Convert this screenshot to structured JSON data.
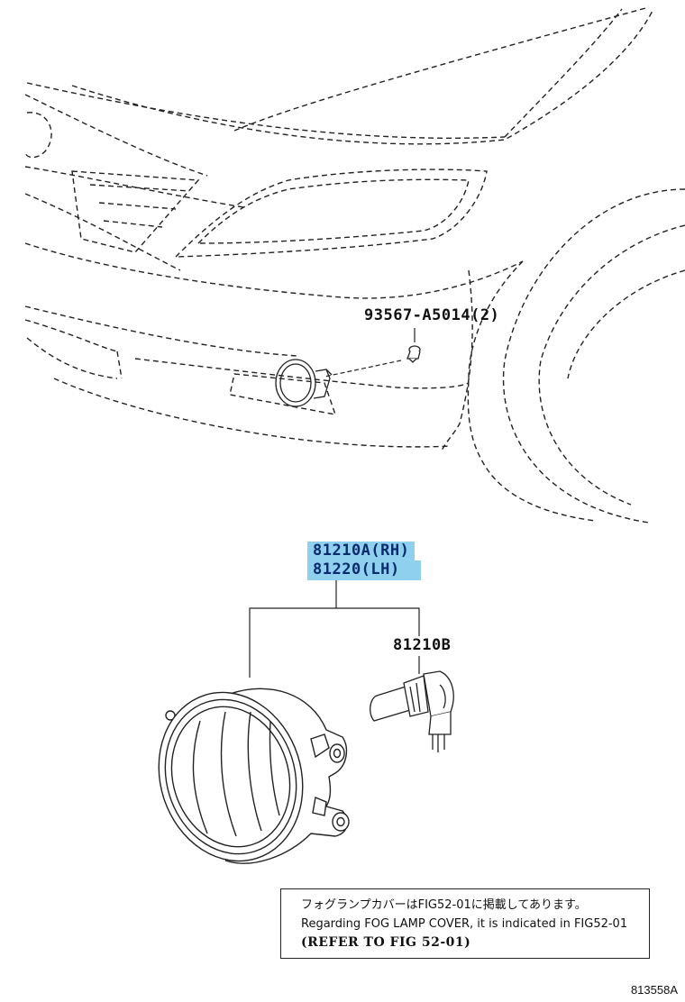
{
  "callouts": {
    "clip": "93567-A5014(2)",
    "fog_lamp_rh": "81210A(RH)",
    "fog_lamp_lh": "81220(LH)",
    "bulb": "81210B"
  },
  "note": {
    "jp": "フォグランプカバーはFIG52-01に掲載してあります。",
    "en": "Regarding FOG LAMP COVER, it is indicated in FIG52-01",
    "ref": "(REFER TO FIG 52-01)"
  },
  "figure_number": "813558A",
  "colors": {
    "highlight": "#8fd0ee",
    "highlight_text": "#0a2a6e",
    "line": "#222222"
  }
}
